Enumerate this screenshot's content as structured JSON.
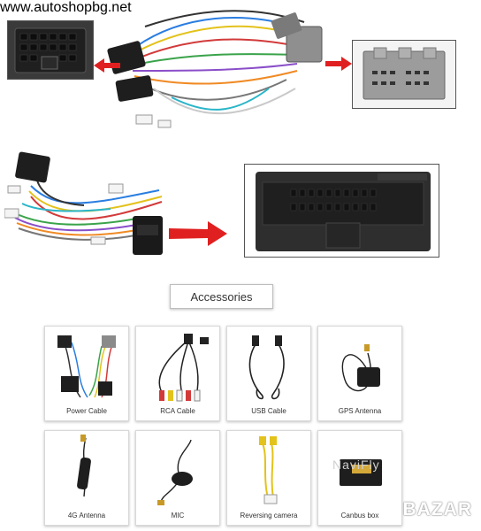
{
  "watermark": "www.autoshopbg.net",
  "accessories_title": "Accessories",
  "accessories": [
    {
      "label": "Power Cable",
      "icon": "power-cable-icon"
    },
    {
      "label": "RCA Cable",
      "icon": "rca-cable-icon"
    },
    {
      "label": "USB Cable",
      "icon": "usb-cable-icon"
    },
    {
      "label": "GPS Antenna",
      "icon": "gps-antenna-icon"
    },
    {
      "label": "4G Antenna",
      "icon": "4g-antenna-icon"
    },
    {
      "label": "MIC",
      "icon": "mic-icon"
    },
    {
      "label": "Reversing camera",
      "icon": "reversing-camera-cable-icon"
    },
    {
      "label": "Canbus box",
      "icon": "canbus-box-icon"
    }
  ],
  "colors": {
    "arrow": "#e02020",
    "connector": "#2b2b2b",
    "connector_grey": "#8a8a8a"
  }
}
